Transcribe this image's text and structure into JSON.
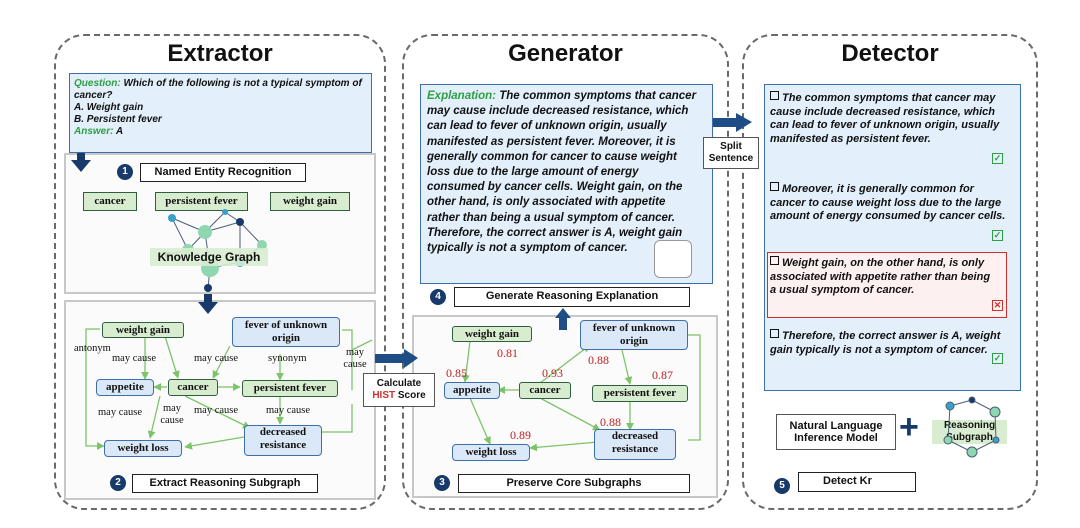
{
  "extractor": {
    "title": "Extractor",
    "question_label": "Question:",
    "question_text": "Which of the following is not a typical symptom of cancer?",
    "option_a": "A. Weight gain",
    "option_b": "B. Persistent fever",
    "answer_label": "Answer:",
    "answer_text": "A",
    "step1_num": "1",
    "step1_label": "Named Entity Recognition",
    "entities": [
      "cancer",
      "persistent fever",
      "weight gain"
    ],
    "kg_label": "Knowledge Graph",
    "subgraph": {
      "nodes": [
        "weight gain",
        "fever of unknown origin",
        "appetite",
        "cancer",
        "persistent fever",
        "weight loss",
        "decreased resistance"
      ],
      "edge_labels": [
        "antonym",
        "may cause",
        "may cause",
        "synonym",
        "may cause",
        "may cause",
        "may cause",
        "may cause",
        "may cause"
      ]
    },
    "step2_num": "2",
    "step2_label": "Extract Reasoning Subgraph"
  },
  "middle_arrow": {
    "line1": "Calculate",
    "hist": "HIST",
    "line2": "Score"
  },
  "generator": {
    "title": "Generator",
    "explanation_label": "Explanation:",
    "explanation_text": "The common symptoms that cancer may cause include decreased resistance, which can lead to fever of unknown origin, usually manifested as persistent fever. Moreover, it is generally common for cancer to cause weight loss due to the large amount of energy consumed by cancer cells. Weight gain, on the other hand, is only associated with appetite rather than being a usual symptom of cancer.  Therefore, the correct answer is A, weight gain typically is not a symptom of cancer.",
    "step4_num": "4",
    "step4_label": "Generate Reasoning Explanation",
    "subgraph": {
      "nodes": [
        "weight gain",
        "fever of unknown origin",
        "appetite",
        "cancer",
        "persistent fever",
        "weight loss",
        "decreased resistance"
      ],
      "scores": [
        "0.81",
        "0.85",
        "0.93",
        "0.88",
        "0.87",
        "0.88",
        "0.89"
      ]
    },
    "step3_num": "3",
    "step3_label": "Preserve Core Subgraphs"
  },
  "split": {
    "line1": "Split",
    "line2": "Sentence"
  },
  "detector": {
    "title": "Detector",
    "sentences": [
      "The common symptoms that cancer may cause include decreased resistance, which can lead to fever of unknown origin, usually manifested as persistent fever.",
      "Moreover, it is generally common for cancer to cause weight loss due to the large amount of energy consumed by cancer cells.",
      "Weight gain, on the other hand, is only associated with appetite rather than being a usual symptom of cancer.",
      "Therefore, the correct answer is A, weight gain  typically is not a symptom of cancer."
    ],
    "nli_label": "Natural Language Inference Model",
    "plus": "+",
    "reasoning_subgraph_label": "Reasoning Subgraph",
    "step5_num": "5",
    "step5_label": "Detect Kr"
  },
  "colors": {
    "explanation_green": "#2ea043",
    "score_red": "#c0221f",
    "node_green": "#d8ecd0",
    "node_blue": "#dbe8f8",
    "navy": "#173a6b"
  }
}
